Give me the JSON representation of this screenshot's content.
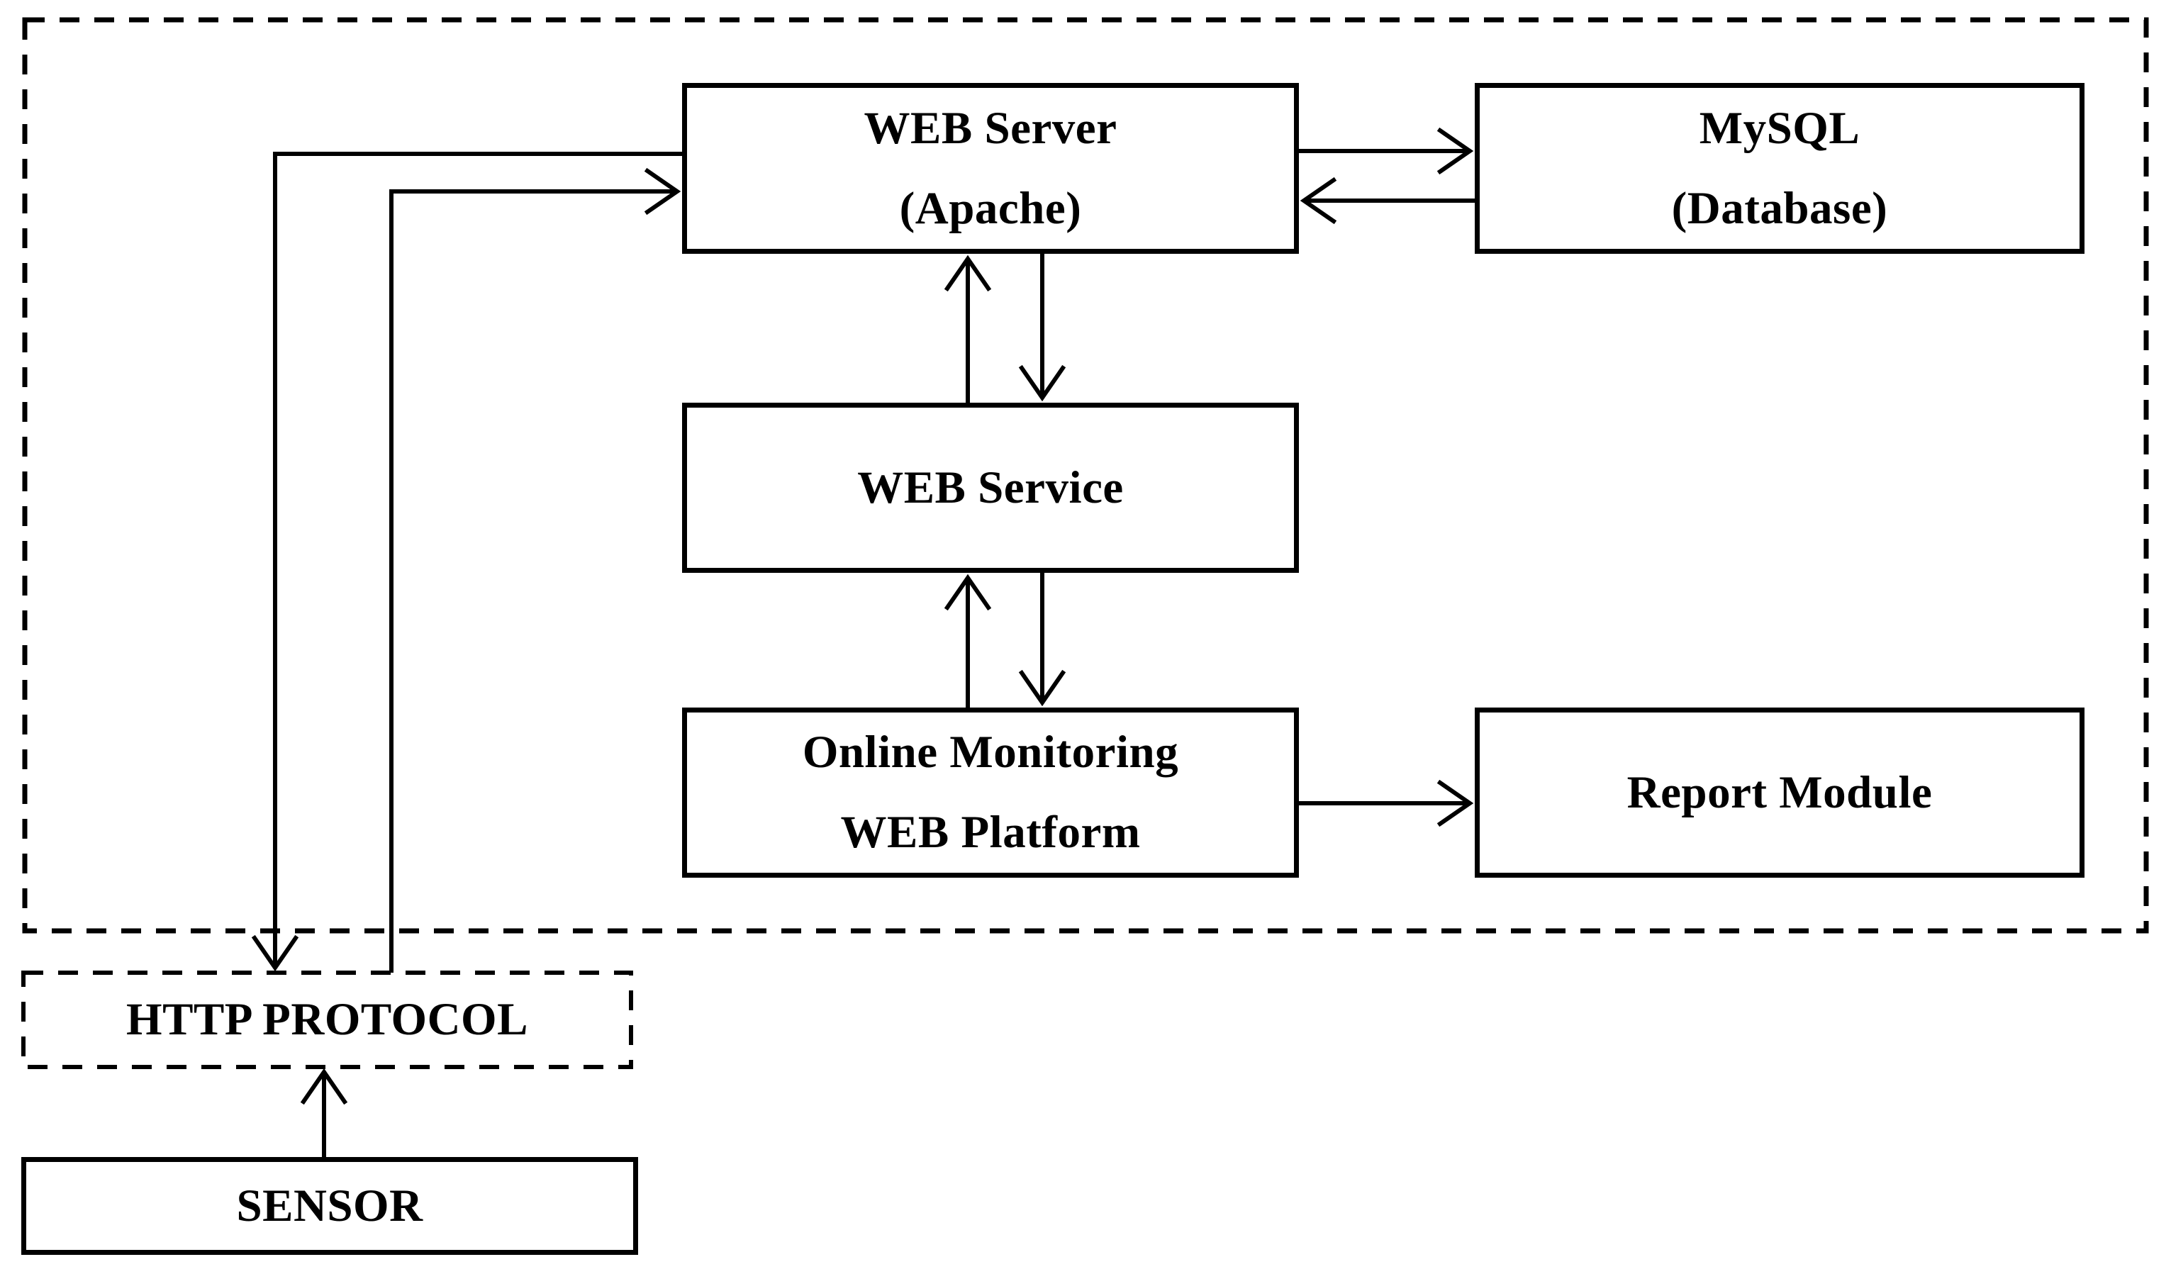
{
  "diagram": {
    "background_color": "#ffffff",
    "line_color": "#000000",
    "text_color": "#000000",
    "box_fill": "#ffffff",
    "nodes": {
      "web_server": {
        "label": "WEB Server\n(Apache)"
      },
      "mysql": {
        "label": "MySQL\n(Database)"
      },
      "web_service": {
        "label": "WEB Service"
      },
      "online_platform": {
        "label": "Online Monitoring\nWEB Platform"
      },
      "report_module": {
        "label": "Report Module"
      },
      "http_protocol": {
        "label": "HTTP PROTOCOL"
      },
      "sensor": {
        "label": "SENSOR"
      }
    },
    "edges": [
      {
        "from": "web_server",
        "to": "mysql",
        "arrow": "right"
      },
      {
        "from": "mysql",
        "to": "web_server",
        "arrow": "left"
      },
      {
        "from": "web_service",
        "to": "web_server",
        "arrow": "up"
      },
      {
        "from": "web_server",
        "to": "web_service",
        "arrow": "down"
      },
      {
        "from": "online_platform",
        "to": "web_service",
        "arrow": "up"
      },
      {
        "from": "web_service",
        "to": "online_platform",
        "arrow": "down"
      },
      {
        "from": "online_platform",
        "to": "report_module",
        "arrow": "right"
      },
      {
        "from": "web_server",
        "to": "http_protocol",
        "arrow": "down"
      },
      {
        "from": "http_protocol",
        "to": "web_server",
        "arrow": "right"
      },
      {
        "from": "sensor",
        "to": "http_protocol",
        "arrow": "up"
      }
    ]
  }
}
